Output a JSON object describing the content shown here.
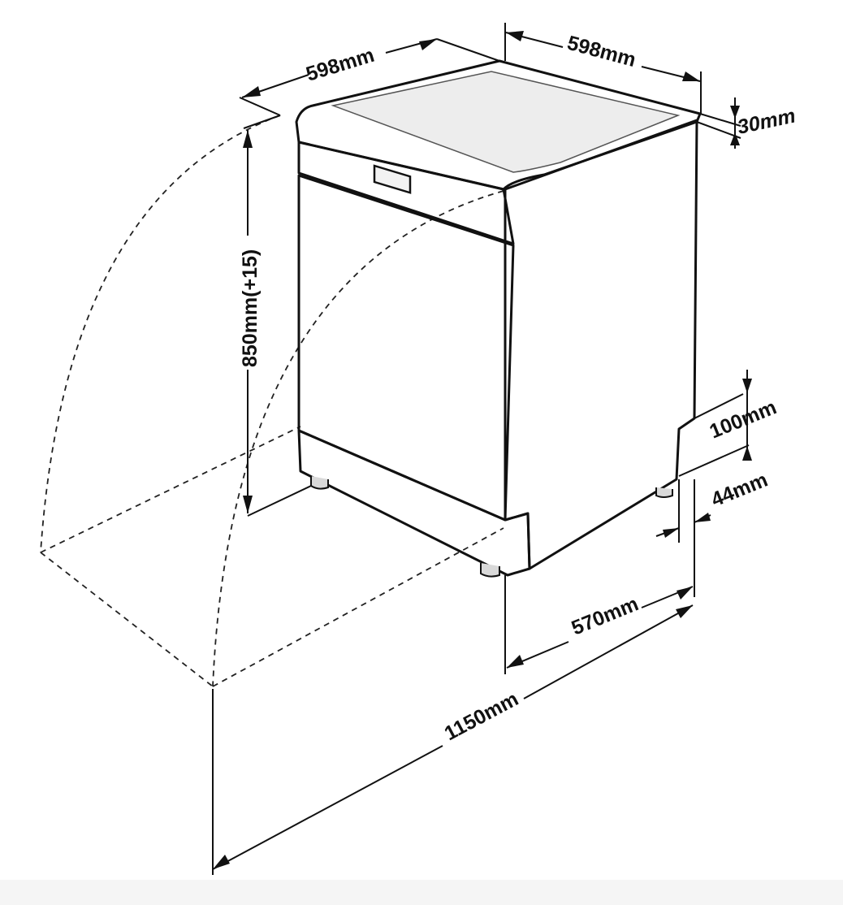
{
  "diagram": {
    "labels": {
      "top_width_left": "598mm",
      "top_depth_right": "598mm",
      "worktop_thickness": "30mm",
      "height": "850mm(+15)",
      "plinth_height": "100mm",
      "plinth_recess": "44mm",
      "depth": "570mm",
      "depth_door_open": "1150mm"
    },
    "colors": {
      "stroke": "#111111",
      "body_fill": "#f4f4f4",
      "top_fill": "#e9e9e9",
      "side_fill": "#f7f7f7"
    }
  }
}
